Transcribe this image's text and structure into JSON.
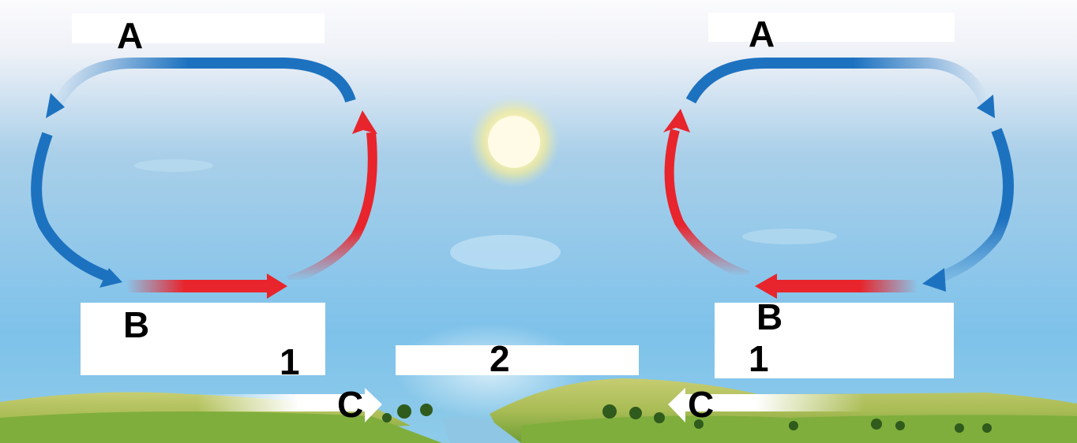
{
  "labels": {
    "left": {
      "a": "A",
      "b": "B",
      "num": "1",
      "c": "C"
    },
    "center": {
      "num": "2"
    },
    "right": {
      "a": "A",
      "b": "B",
      "num": "1",
      "c": "C"
    }
  },
  "colors": {
    "sky_top": "#fbfbfd",
    "sky_mid": "#a9cfe9",
    "sky_bottom": "#7ec2ea",
    "warm_arrow": "#e8242c",
    "cool_arrow": "#1d72c0",
    "sun": "#fff7c8",
    "hill": "#b9c766",
    "grass": "#7fae3c",
    "river": "#8ec6e4"
  },
  "icons": [
    "sun-icon",
    "cloud-icon",
    "tree-icon",
    "wind-arrow-icon"
  ]
}
